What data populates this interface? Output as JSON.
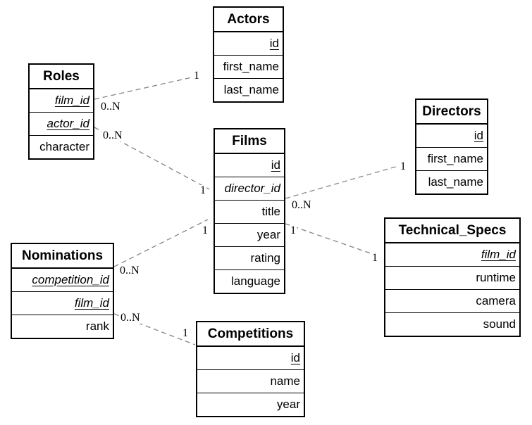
{
  "entities": {
    "actors": {
      "title": "Actors",
      "fields": [
        {
          "name": "id",
          "pk": true,
          "fk": false
        },
        {
          "name": "first_name",
          "pk": false,
          "fk": false
        },
        {
          "name": "last_name",
          "pk": false,
          "fk": false
        }
      ]
    },
    "roles": {
      "title": "Roles",
      "fields": [
        {
          "name": "film_id",
          "pk": true,
          "fk": true
        },
        {
          "name": "actor_id",
          "pk": true,
          "fk": true
        },
        {
          "name": "character",
          "pk": false,
          "fk": false
        }
      ]
    },
    "films": {
      "title": "Films",
      "fields": [
        {
          "name": "id",
          "pk": true,
          "fk": false
        },
        {
          "name": "director_id",
          "pk": false,
          "fk": true
        },
        {
          "name": "title",
          "pk": false,
          "fk": false
        },
        {
          "name": "year",
          "pk": false,
          "fk": false
        },
        {
          "name": "rating",
          "pk": false,
          "fk": false
        },
        {
          "name": "language",
          "pk": false,
          "fk": false
        }
      ]
    },
    "directors": {
      "title": "Directors",
      "fields": [
        {
          "name": "id",
          "pk": true,
          "fk": false
        },
        {
          "name": "first_name",
          "pk": false,
          "fk": false
        },
        {
          "name": "last_name",
          "pk": false,
          "fk": false
        }
      ]
    },
    "technical_specs": {
      "title": "Technical_Specs",
      "fields": [
        {
          "name": "film_id",
          "pk": true,
          "fk": true
        },
        {
          "name": "runtime",
          "pk": false,
          "fk": false
        },
        {
          "name": "camera",
          "pk": false,
          "fk": false
        },
        {
          "name": "sound",
          "pk": false,
          "fk": false
        }
      ]
    },
    "nominations": {
      "title": "Nominations",
      "fields": [
        {
          "name": "competition_id",
          "pk": true,
          "fk": true
        },
        {
          "name": "film_id",
          "pk": true,
          "fk": true
        },
        {
          "name": "rank",
          "pk": false,
          "fk": false
        }
      ]
    },
    "competitions": {
      "title": "Competitions",
      "fields": [
        {
          "name": "id",
          "pk": true,
          "fk": false
        },
        {
          "name": "name",
          "pk": false,
          "fk": false
        },
        {
          "name": "year",
          "pk": false,
          "fk": false
        }
      ]
    }
  },
  "relationships": [
    {
      "from": "Roles",
      "to": "Actors",
      "from_card": "0..N",
      "to_card": "1"
    },
    {
      "from": "Roles",
      "to": "Films",
      "from_card": "0..N",
      "to_card": "1"
    },
    {
      "from": "Films",
      "to": "Directors",
      "from_card": "0..N",
      "to_card": "1"
    },
    {
      "from": "Films",
      "to": "Technical_Specs",
      "from_card": "1",
      "to_card": "1"
    },
    {
      "from": "Nominations",
      "to": "Films",
      "from_card": "0..N",
      "to_card": "1"
    },
    {
      "from": "Nominations",
      "to": "Competitions",
      "from_card": "0..N",
      "to_card": "1"
    }
  ],
  "colors": {
    "background": "#ffffff",
    "entity_border": "#000000",
    "entity_bg": "#ffffff",
    "relationship_line": "#848484",
    "text": "#000000"
  }
}
